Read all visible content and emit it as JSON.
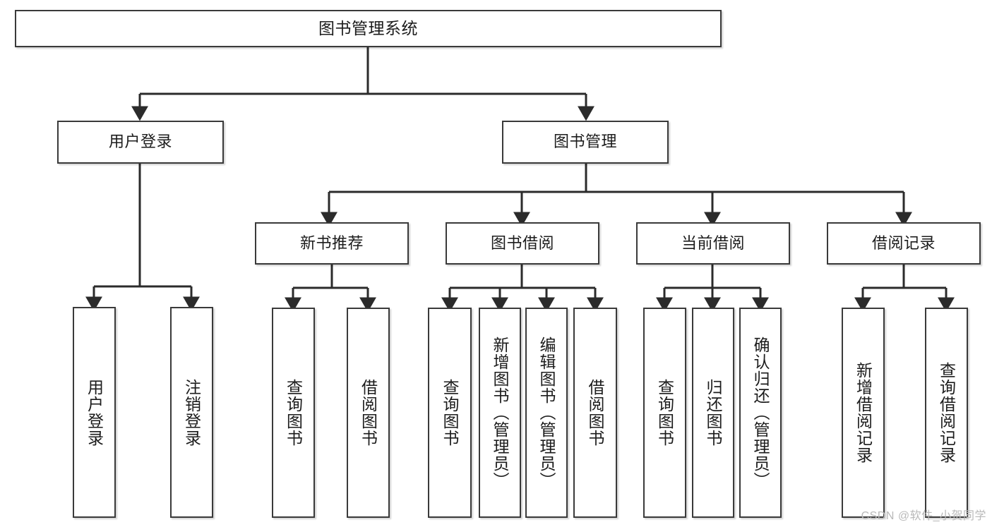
{
  "diagram": {
    "type": "tree",
    "title": "图书管理系统",
    "watermark": "CSDN @软件_小贺同学",
    "colors": {
      "box_border": "#3a3a3a",
      "box_fill": "#ffffff",
      "connector": "#2b2b2b",
      "text": "#1c1c1c",
      "watermark": "#b9b9b9"
    },
    "nodes": {
      "root": {
        "label": "图书管理系统"
      },
      "level2": [
        {
          "label": "用户登录"
        },
        {
          "label": "图书管理"
        }
      ],
      "level3": [
        {
          "label": "新书推荐"
        },
        {
          "label": "图书借阅"
        },
        {
          "label": "当前借阅"
        },
        {
          "label": "借阅记录"
        }
      ],
      "leaves": {
        "user_login": [
          {
            "label": "用户登录"
          },
          {
            "label": "注销登录"
          }
        ],
        "new_book_recommend": [
          {
            "label": "查询图书"
          },
          {
            "label": "借阅图书"
          }
        ],
        "book_borrow": [
          {
            "label": "查询图书"
          },
          {
            "label": "新增图书（管理员）"
          },
          {
            "label": "编辑图书（管理员）"
          },
          {
            "label": "借阅图书"
          }
        ],
        "current_borrow": [
          {
            "label": "查询图书"
          },
          {
            "label": "归还图书"
          },
          {
            "label": "确认归还（管理员）"
          }
        ],
        "borrow_record": [
          {
            "label": "新增借阅记录"
          },
          {
            "label": "查询借阅记录"
          }
        ]
      }
    }
  }
}
